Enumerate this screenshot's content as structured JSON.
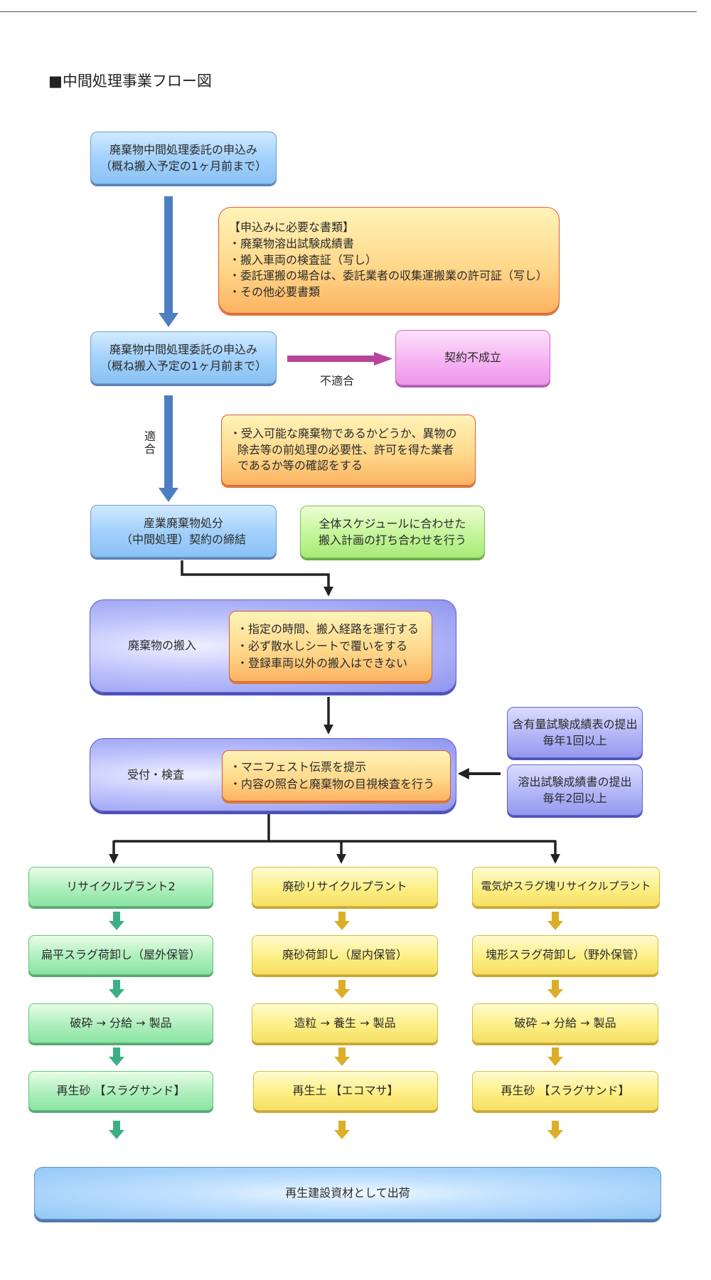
{
  "title": "■中間処理事業フロー図",
  "steps": {
    "apply1": {
      "line1": "廃棄物中間処理委託の申込み",
      "line2": "（概ね搬入予定の1ヶ月前まで）"
    },
    "docs": {
      "heading": "【申込みに必要な書類】",
      "items": [
        "・廃棄物溶出試験成績書",
        "・搬入車両の検査証（写し）",
        "・委託運搬の場合は、委託業者の収集運搬業の許可証（写し）",
        "・その他必要書類"
      ]
    },
    "apply2": {
      "line1": "廃棄物中間処理委託の申込み",
      "line2": "（概ね搬入予定の1ヶ月前まで）"
    },
    "reject": {
      "label": "契約不成立",
      "arrow_label": "不適合"
    },
    "accept_label": "適合",
    "check": {
      "items": [
        "・受入可能な廃棄物であるかどうか、異物の",
        "除去等の前処理の必要性、許可を得た業者",
        "であるか等の確認をする"
      ]
    },
    "contract": {
      "line1": "産業廃棄物処分",
      "line2": "（中間処理）契約の締結"
    },
    "schedule": {
      "line1": "全体スケジュールに合わせた",
      "line2": "搬入計画の打ち合わせを行う"
    },
    "delivery": {
      "label": "廃棄物の搬入",
      "items": [
        "・指定の時間、搬入経路を運行する",
        "・必ず散水しシートで覆いをする",
        "・登録車両以外の搬入はできない"
      ]
    },
    "reception": {
      "label": "受付・検査",
      "items": [
        "・マニフェスト伝票を提示",
        "・内容の照合と廃棄物の目視検査を行う"
      ]
    },
    "report1": {
      "line1": "含有量試験成績表の提出",
      "line2": "毎年1回以上"
    },
    "report2": {
      "line1": "溶出試験成績書の提出",
      "line2": "毎年2回以上"
    }
  },
  "columns": [
    {
      "plant": "リサイクルプラント2",
      "unload": "扁平スラグ荷卸し（屋外保管）",
      "process": "破砕 → 分給 → 製品",
      "product": "再生砂 【スラグサンド】"
    },
    {
      "plant": "廃砂リサイクルプラント",
      "unload": "廃砂荷卸し（屋内保管）",
      "process": "造粒 → 養生 → 製品",
      "product": "再生土 【エコマサ】"
    },
    {
      "plant": "電気炉スラグ塊リサイクルプラント",
      "unload": "塊形スラグ荷卸し（野外保管）",
      "process": "破砕 → 分給 → 製品",
      "product": "再生砂 【スラグサンド】"
    }
  ],
  "shipping": "再生建設資材として出荷",
  "colors": {
    "blue_arrow": "#4d7fc0",
    "magenta_arrow": "#b8459a",
    "green_arrow": "#3cb084",
    "yellow_arrow": "#dcae28",
    "connector": "#222222"
  }
}
